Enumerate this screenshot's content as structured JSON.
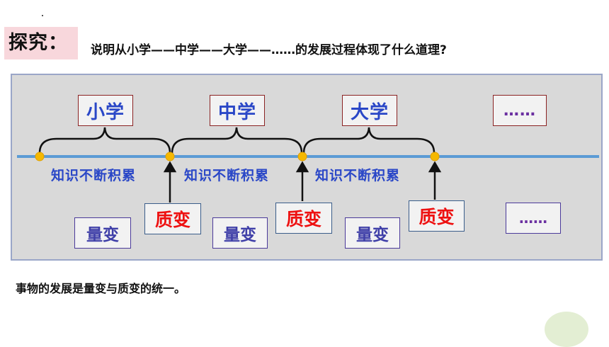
{
  "header": {
    "tag_label": "探究：",
    "question": "说明从小学——中学——大学——……的发展过程体现了什么道理?"
  },
  "stages": [
    "小学",
    "中学",
    "大学",
    "……"
  ],
  "accumulation_label": "知识不断积累",
  "quantitative_label": "量变",
  "qualitative_label": "质变",
  "ellipsis": "……",
  "conclusion": "事物的发展是量变与质变的统一。",
  "colors": {
    "stage_text": "#2a47c7",
    "qualitative_text": "#ee1111",
    "timeline": "#5b9bd5",
    "node": "#f5b800",
    "panel": "#d9d9d9"
  }
}
